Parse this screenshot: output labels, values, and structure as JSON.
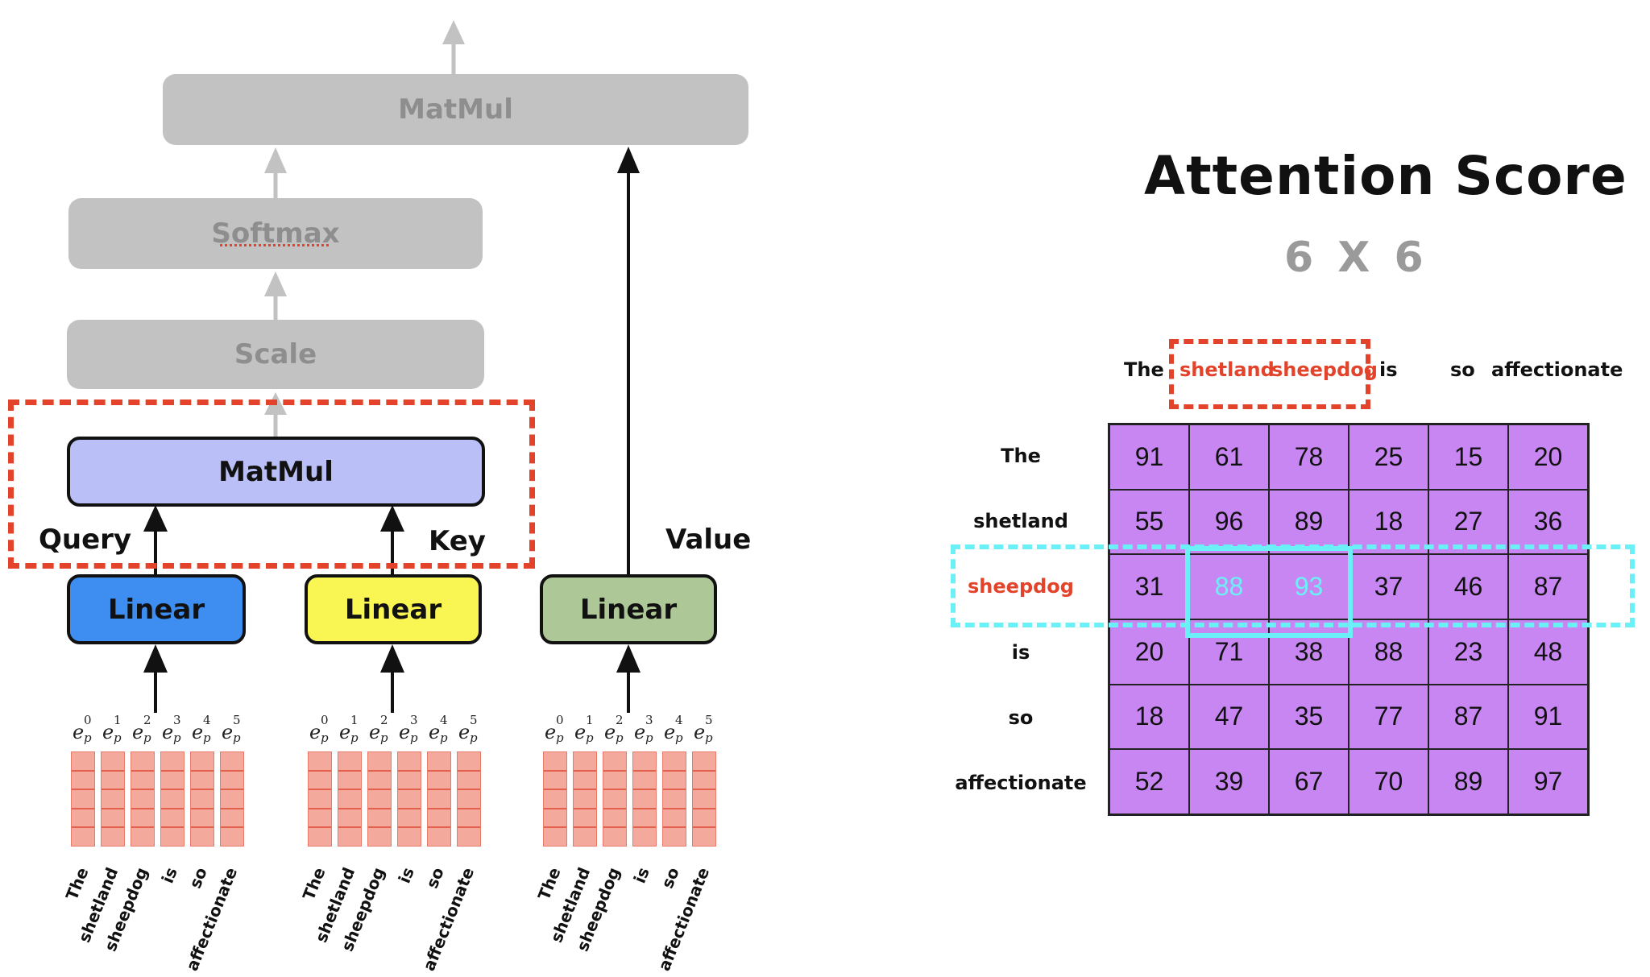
{
  "diagram": {
    "blocks": {
      "matmul_top": "MatMul",
      "softmax": "Softmax",
      "scale": "Scale",
      "matmul_qk": "MatMul",
      "linear_query": "Linear",
      "linear_key": "Linear",
      "linear_value": "Linear"
    },
    "edge_labels": {
      "query": "Query",
      "key": "Key",
      "value": "Value"
    },
    "colors": {
      "faded_block": "#c2c2c2",
      "matmul_qk": "#bac0f7",
      "linear_query": "#3d8ef0",
      "linear_key": "#f9f552",
      "linear_value": "#aec796",
      "highlight_red": "#e2432a",
      "highlight_cyan": "#6cf0f7",
      "embedding": "#f3aa9d",
      "score_cell": "#c886f2"
    },
    "embedding_labels": [
      "e_p^0",
      "e_p^1",
      "e_p^2",
      "e_p^3",
      "e_p^4",
      "e_p^5"
    ],
    "embedding_sup": [
      "0",
      "1",
      "2",
      "3",
      "4",
      "5"
    ],
    "embedding_base": "e",
    "embedding_sub": "p",
    "tokens": [
      "The",
      "shetland",
      "sheepdog",
      "is",
      "so",
      "affectionate"
    ]
  },
  "attention": {
    "title": "Attention Score",
    "subtitle": "6 X 6",
    "col_labels": [
      "The",
      "shetland",
      "sheepdog",
      "is",
      "so",
      "affectionate"
    ],
    "row_labels": [
      "The",
      "shetland",
      "sheepdog",
      "is",
      "so",
      "affectionate"
    ],
    "highlighted_cols": [
      "shetland",
      "sheepdog"
    ],
    "highlighted_row": "sheepdog",
    "matrix": [
      [
        91,
        61,
        78,
        25,
        15,
        20
      ],
      [
        55,
        96,
        89,
        18,
        27,
        36
      ],
      [
        31,
        88,
        93,
        37,
        46,
        87
      ],
      [
        20,
        71,
        38,
        88,
        23,
        48
      ],
      [
        18,
        47,
        35,
        77,
        87,
        91
      ],
      [
        52,
        39,
        67,
        70,
        89,
        97
      ]
    ],
    "highlighted_cells": [
      [
        2,
        1
      ],
      [
        2,
        2
      ]
    ]
  }
}
